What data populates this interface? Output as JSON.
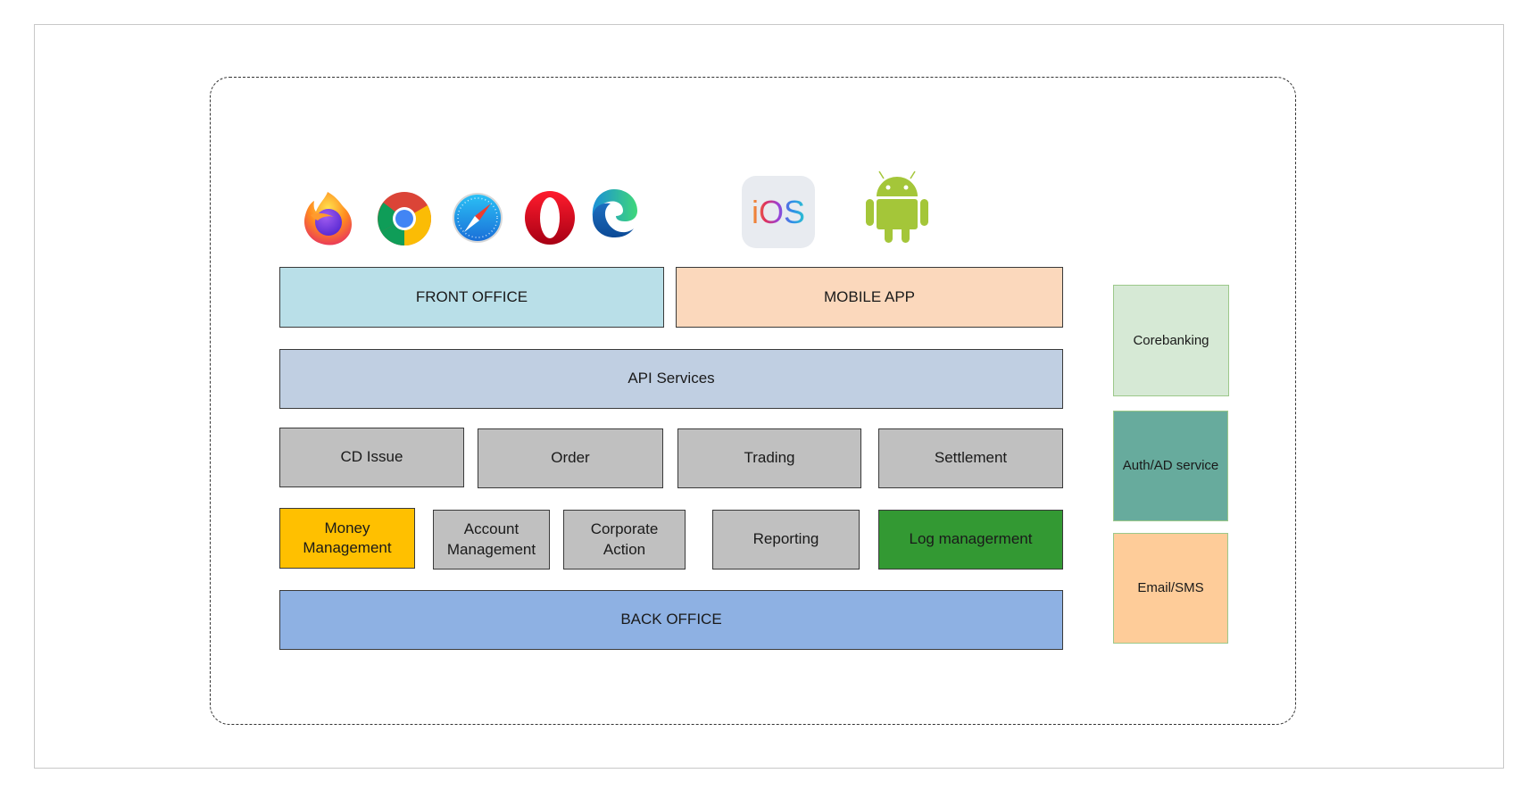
{
  "diagram": {
    "client_icons": [
      {
        "name": "firefox"
      },
      {
        "name": "chrome"
      },
      {
        "name": "safari"
      },
      {
        "name": "opera"
      },
      {
        "name": "edge"
      },
      {
        "name": "ios",
        "label": "iOS"
      },
      {
        "name": "android"
      }
    ],
    "layers": {
      "front_office": "FRONT OFFICE",
      "mobile_app": "MOBILE APP",
      "api_services": "API Services",
      "back_office": "BACK OFFICE"
    },
    "modules_row1": [
      "CD Issue",
      "Order",
      "Trading",
      "Settlement"
    ],
    "modules_row2": {
      "money": [
        "Money",
        "Management"
      ],
      "account": [
        "Account",
        "Management"
      ],
      "corporate": [
        "Corporate",
        "Action"
      ],
      "reporting": "Reporting",
      "log": "Log managerment"
    },
    "external_services": [
      "Corebanking",
      "Auth/AD service",
      "Email/SMS"
    ],
    "colors": {
      "front_office": "#b9dfe8",
      "mobile_app": "#fbd8bc",
      "api_services": "#c0cfe2",
      "module_gray": "#c0c0c0",
      "money": "#ffc000",
      "log": "#339933",
      "back_office": "#8eb1e3",
      "corebanking": "#d6e9d5",
      "auth": "#67ab9d",
      "email": "#fecc99"
    }
  }
}
